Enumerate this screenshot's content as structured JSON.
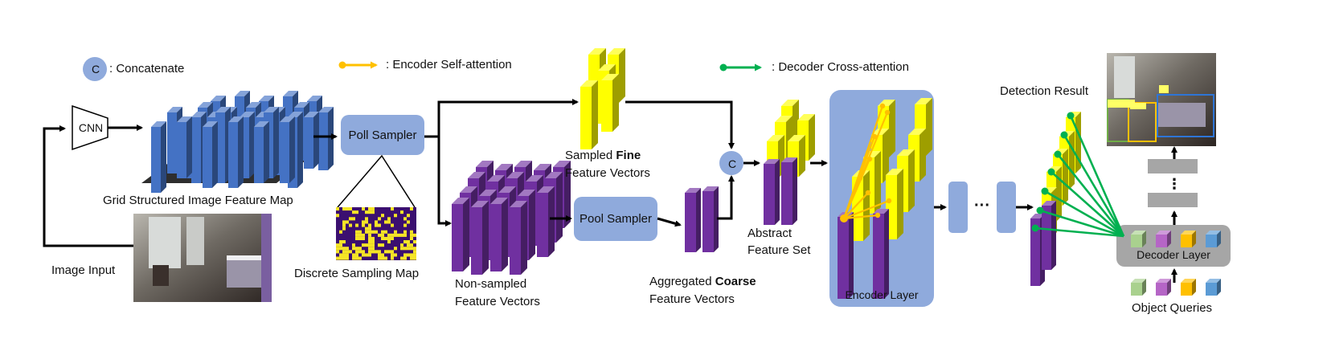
{
  "legend": {
    "concat_symbol": "C",
    "concat_label": ": Concatenate",
    "encoder_attn_label": ": Encoder Self-attention",
    "decoder_attn_label": ": Decoder Cross-attention"
  },
  "nodes": {
    "cnn": "CNN",
    "poll_sampler": "Poll Sampler",
    "pool_sampler": "Pool Sampler",
    "concat": "C",
    "encoder_layer": "Encoder Layer",
    "decoder_layer": "Decoder Layer",
    "ellipsis": "···",
    "vdots": "⋮"
  },
  "labels": {
    "grid_map": "Grid Structured Image Feature Map",
    "image_input": "Image Input",
    "sampling_map": "Discrete Sampling  Map",
    "sampled_fine_1": "Sampled ",
    "sampled_fine_bold": "Fine",
    "sampled_fine_2": "Feature Vectors",
    "non_sampled_1": "Non-sampled",
    "non_sampled_2": "Feature Vectors",
    "aggregated_1": "Aggregated ",
    "aggregated_bold": "Coarse",
    "aggregated_2": "Feature Vectors",
    "abstract_1": "Abstract",
    "abstract_2": "Feature Set",
    "detection_result": "Detection Result",
    "object_queries": "Object Queries"
  },
  "colors": {
    "blue_bar": "#4472c4",
    "purple_bar": "#7030a0",
    "yellow_bar": "#ffff00",
    "box_fill": "#8faadc",
    "encoder_attention": "#ffc000",
    "decoder_attention": "#00b050",
    "decoder_bg": "#a6a6a6",
    "query_colors": [
      "#a9d18e",
      "#b565c6",
      "#ffc000",
      "#5b9bd5"
    ]
  }
}
